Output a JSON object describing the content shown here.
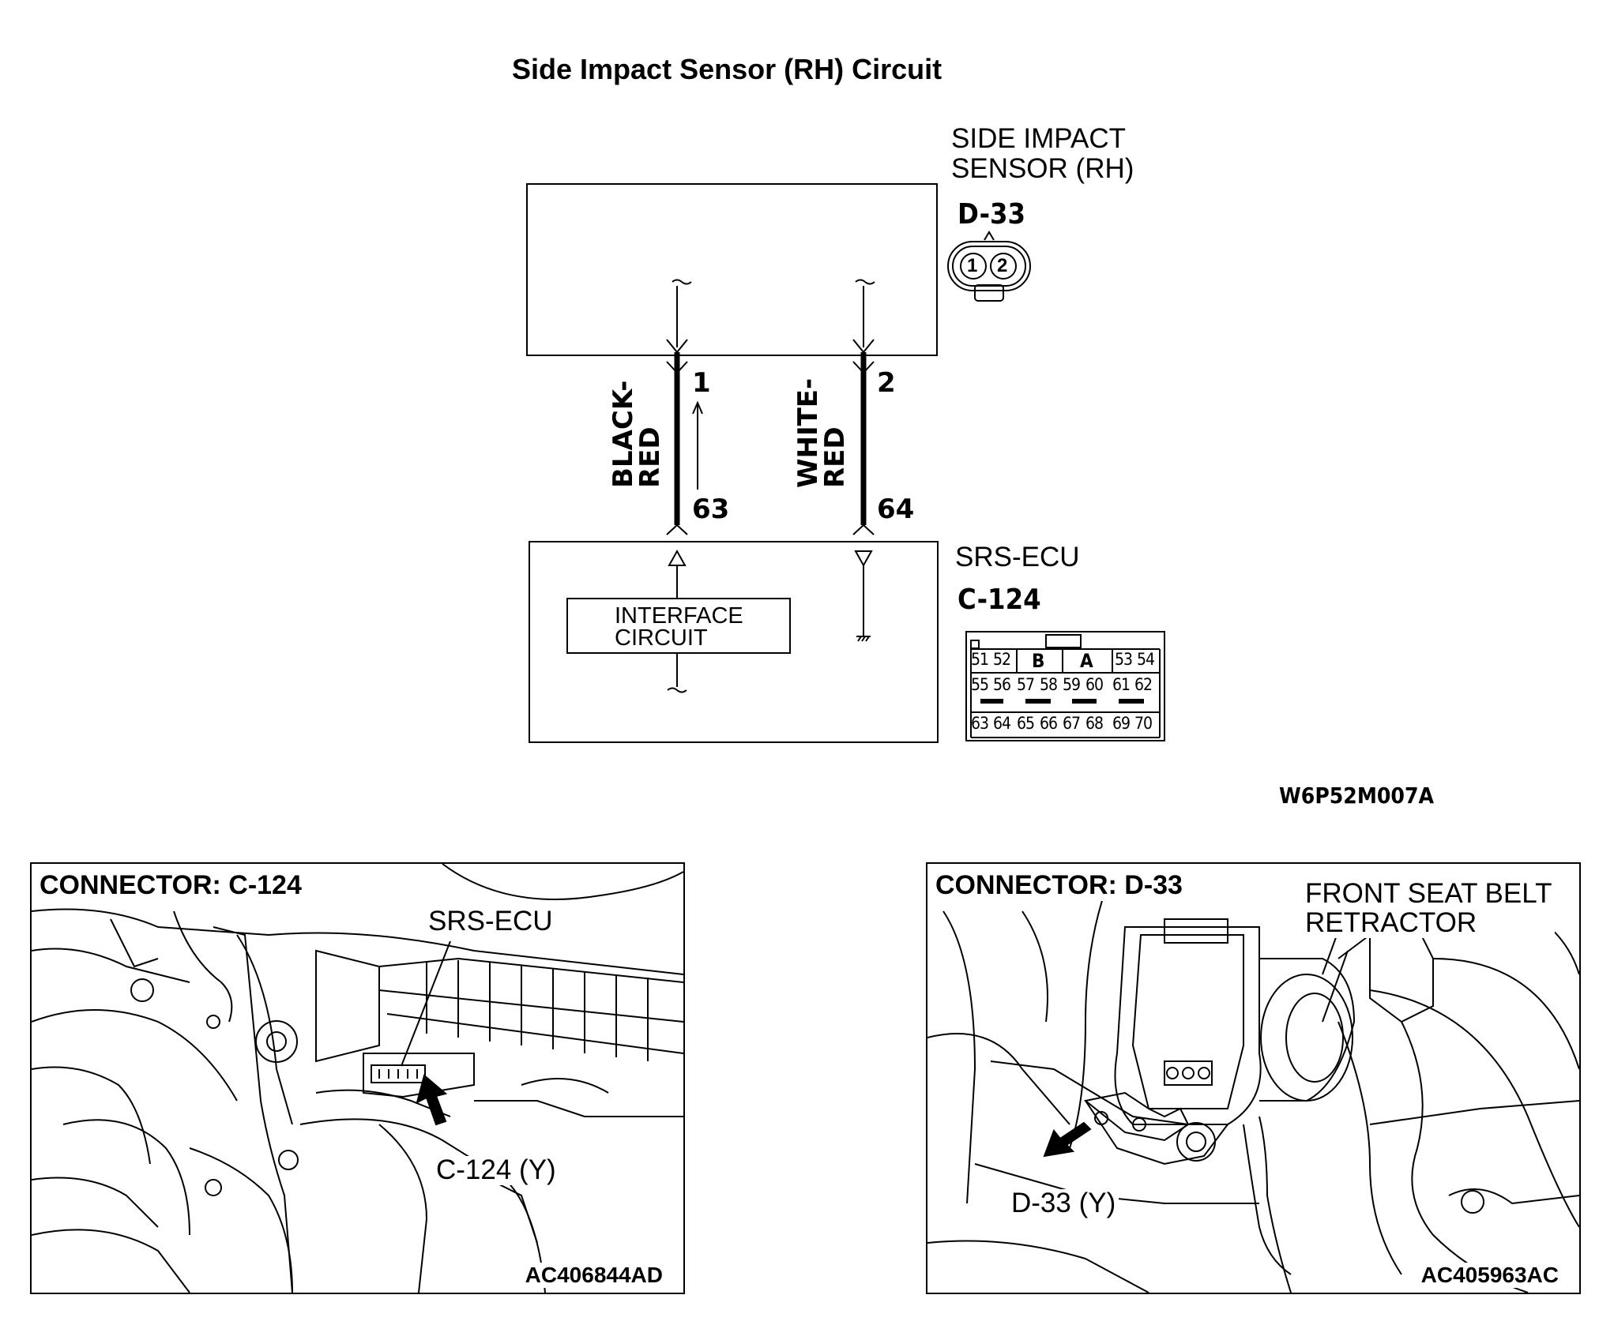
{
  "title": "Side Impact Sensor (RH) Circuit",
  "sensor": {
    "name_line1": "SIDE IMPACT",
    "name_line2": "SENSOR (RH)",
    "connector": "D-33",
    "pins": [
      "1",
      "2"
    ]
  },
  "wires": [
    {
      "color_line1": "BLACK-",
      "color_line2": "RED",
      "pin_top": "1",
      "pin_bottom": "63"
    },
    {
      "color_line1": "WHITE-",
      "color_line2": "RED",
      "pin_top": "2",
      "pin_bottom": "64"
    }
  ],
  "ecu": {
    "name": "SRS-ECU",
    "connector": "C-124",
    "interface_line1": "INTERFACE",
    "interface_line2": "CIRCUIT",
    "connector_face": {
      "row1": [
        "51",
        "52",
        "B",
        "A",
        "53",
        "54"
      ],
      "row2": [
        "55",
        "56",
        "57",
        "58",
        "59",
        "60",
        "61",
        "62"
      ],
      "row3": [
        "63",
        "64",
        "65",
        "66",
        "67",
        "68",
        "69",
        "70"
      ]
    }
  },
  "diagram_code": "W6P52M007A",
  "panel_left": {
    "title": "CONNECTOR: C-124",
    "callout_top": "SRS-ECU",
    "callout_bottom": "C-124 (Y)",
    "code": "AC406844AD"
  },
  "panel_right": {
    "title": "CONNECTOR: D-33",
    "callout_top": "FRONT SEAT BELT\nRETRACTOR",
    "callout_bottom": "D-33 (Y)",
    "code": "AC405963AC"
  }
}
